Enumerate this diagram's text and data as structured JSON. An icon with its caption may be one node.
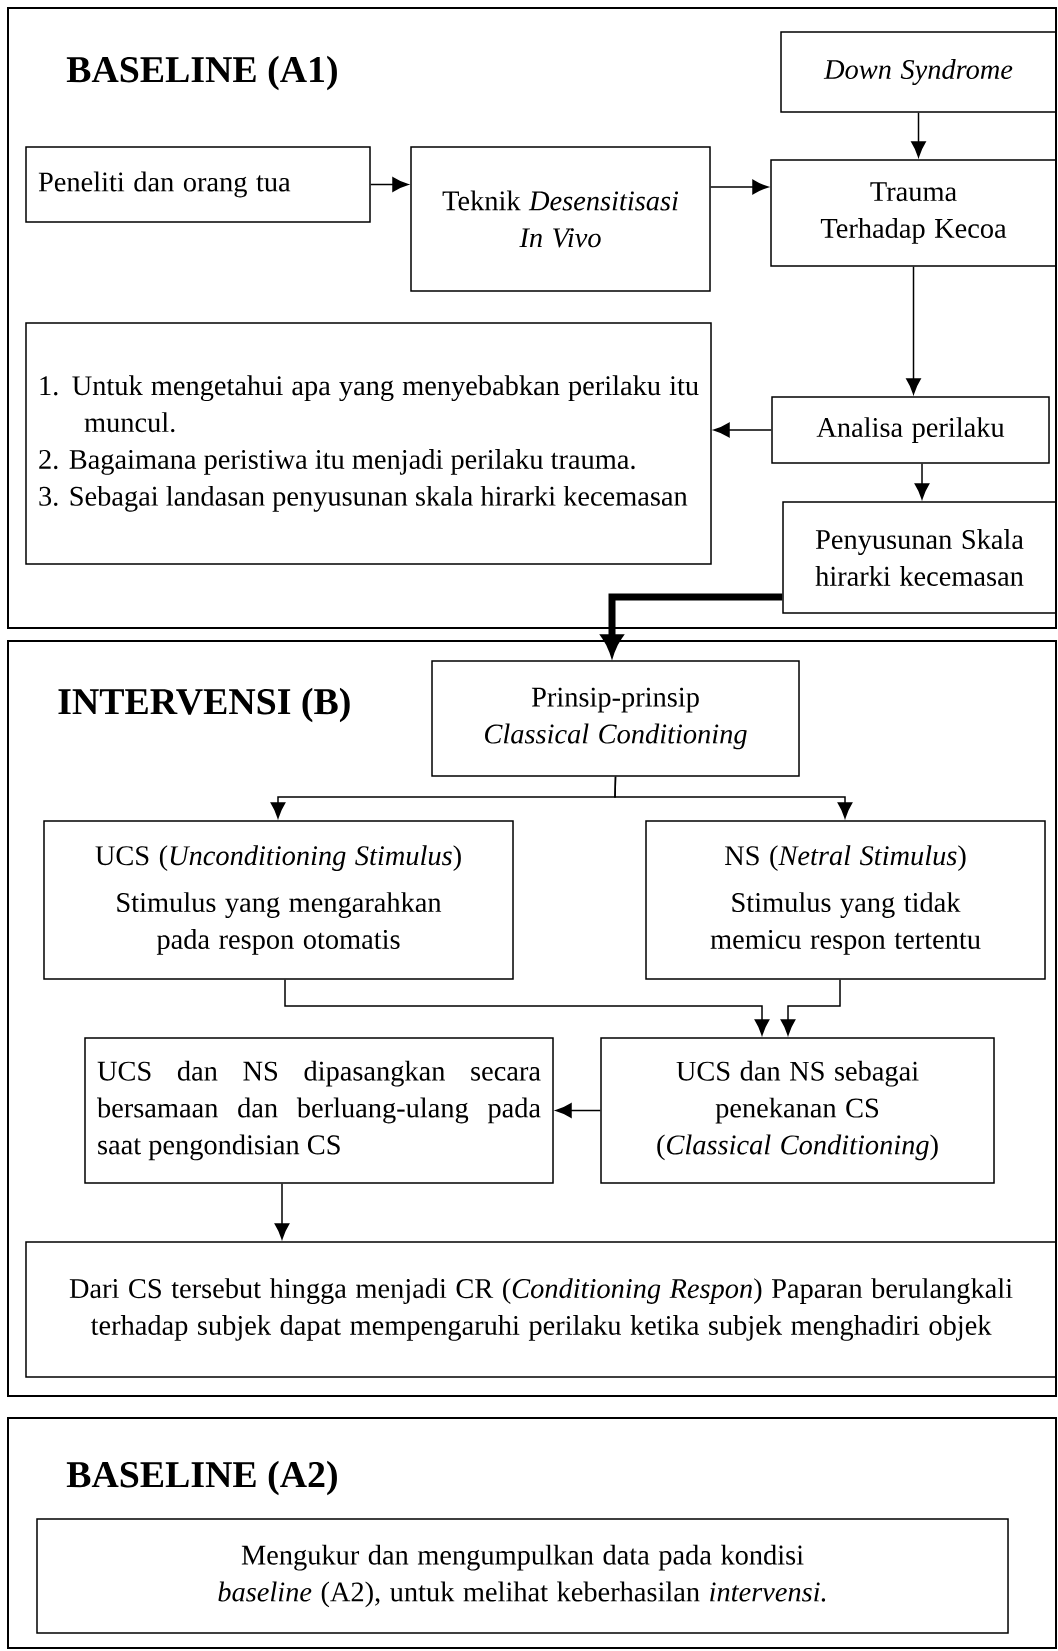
{
  "diagram": {
    "nodes": [
      {
        "text": [
          "BASELINE (A1)"
        ]
      },
      {
        "text": [
          "Down Syndrome"
        ],
        "in": 0
      },
      {
        "text": [
          "Peneliti dan orang tua"
        ],
        "in": 0
      },
      {
        "text": [
          "Teknik *Desensitisasi In Vivo*"
        ],
        "in": 0
      },
      {
        "text": [
          "Trauma Terhadap Kecoa"
        ],
        "in": 0
      },
      {
        "text": [
          "1. Untuk mengetahui apa yang menyebabkan perilaku itu muncul.",
          "2. Bagaimana peristiwa itu menjadi perilaku trauma.",
          "3. Sebagai landasan penyusunan skala hirarki kecemasan"
        ],
        "in": 0
      },
      {
        "text": [
          "Analisa perilaku"
        ],
        "in": 0
      },
      {
        "text": [
          "Penyusunan Skala hirarki kecemasan"
        ],
        "in": 0
      },
      {
        "text": [
          "INTERVENSI (B)"
        ]
      },
      {
        "text": [
          "Prinsip-prinsip *Classical Conditioning*"
        ],
        "in": 8
      },
      {
        "text": [
          "UCS (*Unconditioning Stimulus*)",
          "Stimulus yang mengarahkan pada respon otomatis"
        ],
        "in": 8
      },
      {
        "text": [
          "NS (*Netral Stimulus*)",
          "Stimulus yang tidak memicu respon tertentu"
        ],
        "in": 8
      },
      {
        "text": [
          "UCS dan NS dipasangkan secara bersamaan dan berluang-ulang pada saat pengondisian CS"
        ],
        "in": 8
      },
      {
        "text": [
          "UCS dan NS sebagai penekanan CS (*Classical Conditioning*)"
        ],
        "in": 8
      },
      {
        "text": [
          "Dari CS tersebut hingga menjadi CR (*Conditioning Respon*) Paparan berulangkali terhadap subjek dapat mempengaruhi perilaku ketika subjek menghadiri objek"
        ],
        "in": 8
      },
      {
        "text": [
          "BASELINE (A2)"
        ]
      },
      {
        "text": [
          "Mengukur dan mengumpulkan data pada kondisi *baseline* (A2), untuk melihat keberhasilan *intervensi.*"
        ],
        "in": 15
      }
    ],
    "edges": [
      {
        "from": 1,
        "to": 4,
        "arrow": "to"
      },
      {
        "from": 2,
        "to": 3,
        "arrow": "to"
      },
      {
        "from": 3,
        "to": 4,
        "arrow": "to"
      },
      {
        "from": 4,
        "to": 6,
        "arrow": "to"
      },
      {
        "from": 6,
        "to": 5,
        "arrow": "to"
      },
      {
        "from": 6,
        "to": 7,
        "arrow": "to"
      },
      {
        "from": 7,
        "to": 9,
        "arrow": "to",
        "style": "thick"
      },
      {
        "from": 9,
        "to": 10,
        "arrow": "to"
      },
      {
        "from": 9,
        "to": 11,
        "arrow": "to"
      },
      {
        "from": 10,
        "to": 13,
        "arrow": "to"
      },
      {
        "from": 11,
        "to": 13,
        "arrow": "to"
      },
      {
        "from": 13,
        "to": 12,
        "arrow": "to"
      },
      {
        "from": 12,
        "to": 14,
        "arrow": "to"
      }
    ]
  }
}
